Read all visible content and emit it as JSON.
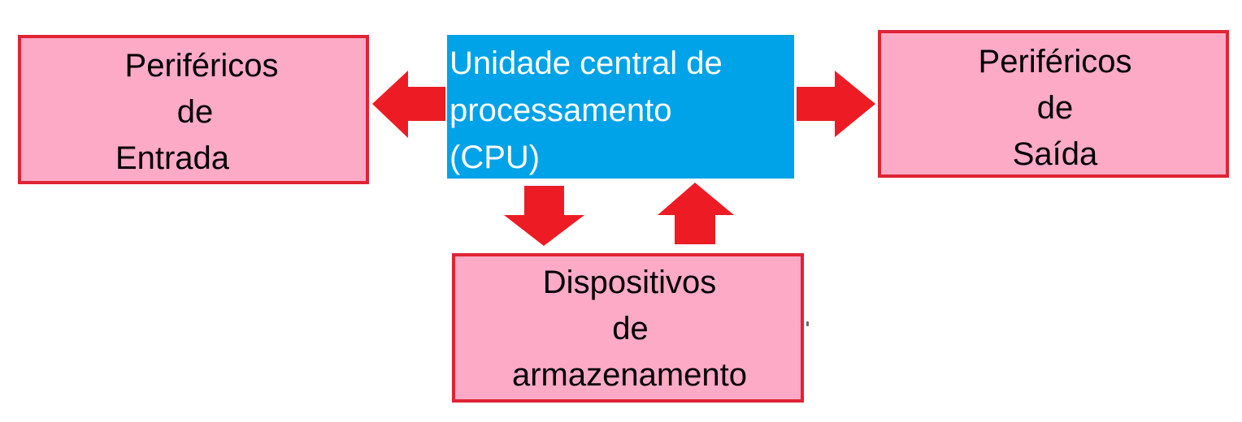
{
  "colors": {
    "box_fill": "#fdaac7",
    "box_border": "#e02334",
    "cpu_fill": "#00a2e8",
    "cpu_text": "#ffffff",
    "arrow": "#ed1c24"
  },
  "nodes": {
    "input": {
      "lines": [
        "Periféricos",
        "de",
        "Entrada"
      ]
    },
    "cpu": {
      "lines": [
        "Unidade central de",
        "processamento",
        "(CPU)"
      ]
    },
    "output": {
      "lines": [
        "Periféricos",
        "de",
        "Saída"
      ]
    },
    "storage": {
      "lines": [
        "Dispositivos",
        "de",
        "armazenamento"
      ]
    }
  },
  "edges": [
    {
      "from": "cpu",
      "to": "input"
    },
    {
      "from": "cpu",
      "to": "output"
    },
    {
      "from": "cpu",
      "to": "storage"
    },
    {
      "from": "storage",
      "to": "cpu"
    }
  ]
}
